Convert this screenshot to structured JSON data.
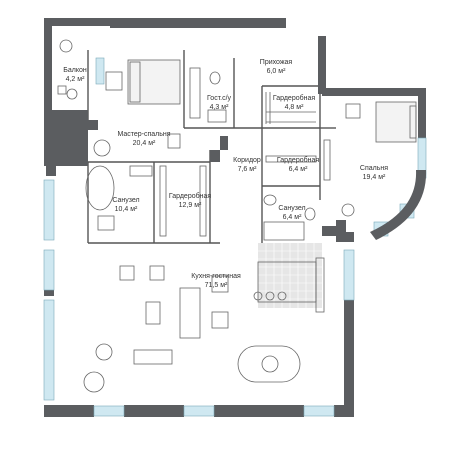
{
  "rooms": [
    {
      "id": "balcony",
      "name": "Балкон",
      "area": "4,2 м²"
    },
    {
      "id": "hall",
      "name": "Прихожая",
      "area": "6,0 м²"
    },
    {
      "id": "guest-wc",
      "name": "Гост.с/у",
      "area": "4,3 м²"
    },
    {
      "id": "wardrobe-1",
      "name": "Гардеробная",
      "area": "4,8 м²"
    },
    {
      "id": "master-bedroom",
      "name": "Мастер-спальня",
      "area": "20,4 м²"
    },
    {
      "id": "corridor",
      "name": "Коридор",
      "area": "7,6 м²"
    },
    {
      "id": "wardrobe-2",
      "name": "Гардеробная",
      "area": "6,4 м²"
    },
    {
      "id": "bedroom",
      "name": "Спальня",
      "area": "19,4 м²"
    },
    {
      "id": "bathroom-1",
      "name": "Санузел",
      "area": "10,4 м²"
    },
    {
      "id": "wardrobe-3",
      "name": "Гардеробная",
      "area": "12,9 м²"
    },
    {
      "id": "bathroom-2",
      "name": "Санузел",
      "area": "6,4 м²"
    },
    {
      "id": "kitchen-living",
      "name": "Кухня-гостиная",
      "area": "71,5 м²"
    }
  ],
  "colors": {
    "wall": "#5b5d60",
    "window": "#cfe8f1",
    "kitchen_tile": "#e6e6e6",
    "line": "#555555",
    "text": "#333333"
  }
}
